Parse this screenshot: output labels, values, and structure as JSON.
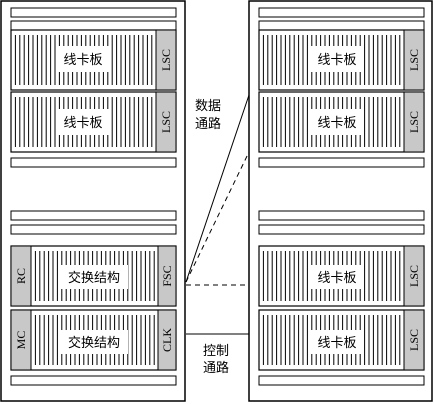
{
  "left_rack": {
    "top_boards": [
      {
        "label": "线卡板",
        "side_label": "LSC"
      },
      {
        "label": "线卡板",
        "side_label": "LSC"
      }
    ],
    "switch_boards": [
      {
        "label": "交换结构",
        "left_label": "RC",
        "right_label": "FSC"
      },
      {
        "label": "交换结构",
        "left_label": "MC",
        "right_label": "CLK"
      }
    ]
  },
  "right_rack": {
    "top_boards": [
      {
        "label": "线卡板",
        "side_label": "LSC"
      },
      {
        "label": "线卡板",
        "side_label": "LSC"
      }
    ],
    "bottom_boards": [
      {
        "label": "线卡板",
        "side_label": "LSC"
      },
      {
        "label": "线卡板",
        "side_label": "LSC"
      }
    ]
  },
  "data_path_label": [
    "数据",
    "通路"
  ],
  "control_path_label": [
    "控制",
    "通路"
  ],
  "colors": {
    "line": "#000000",
    "module": "#c8c8c8",
    "background": "#ffffff"
  }
}
